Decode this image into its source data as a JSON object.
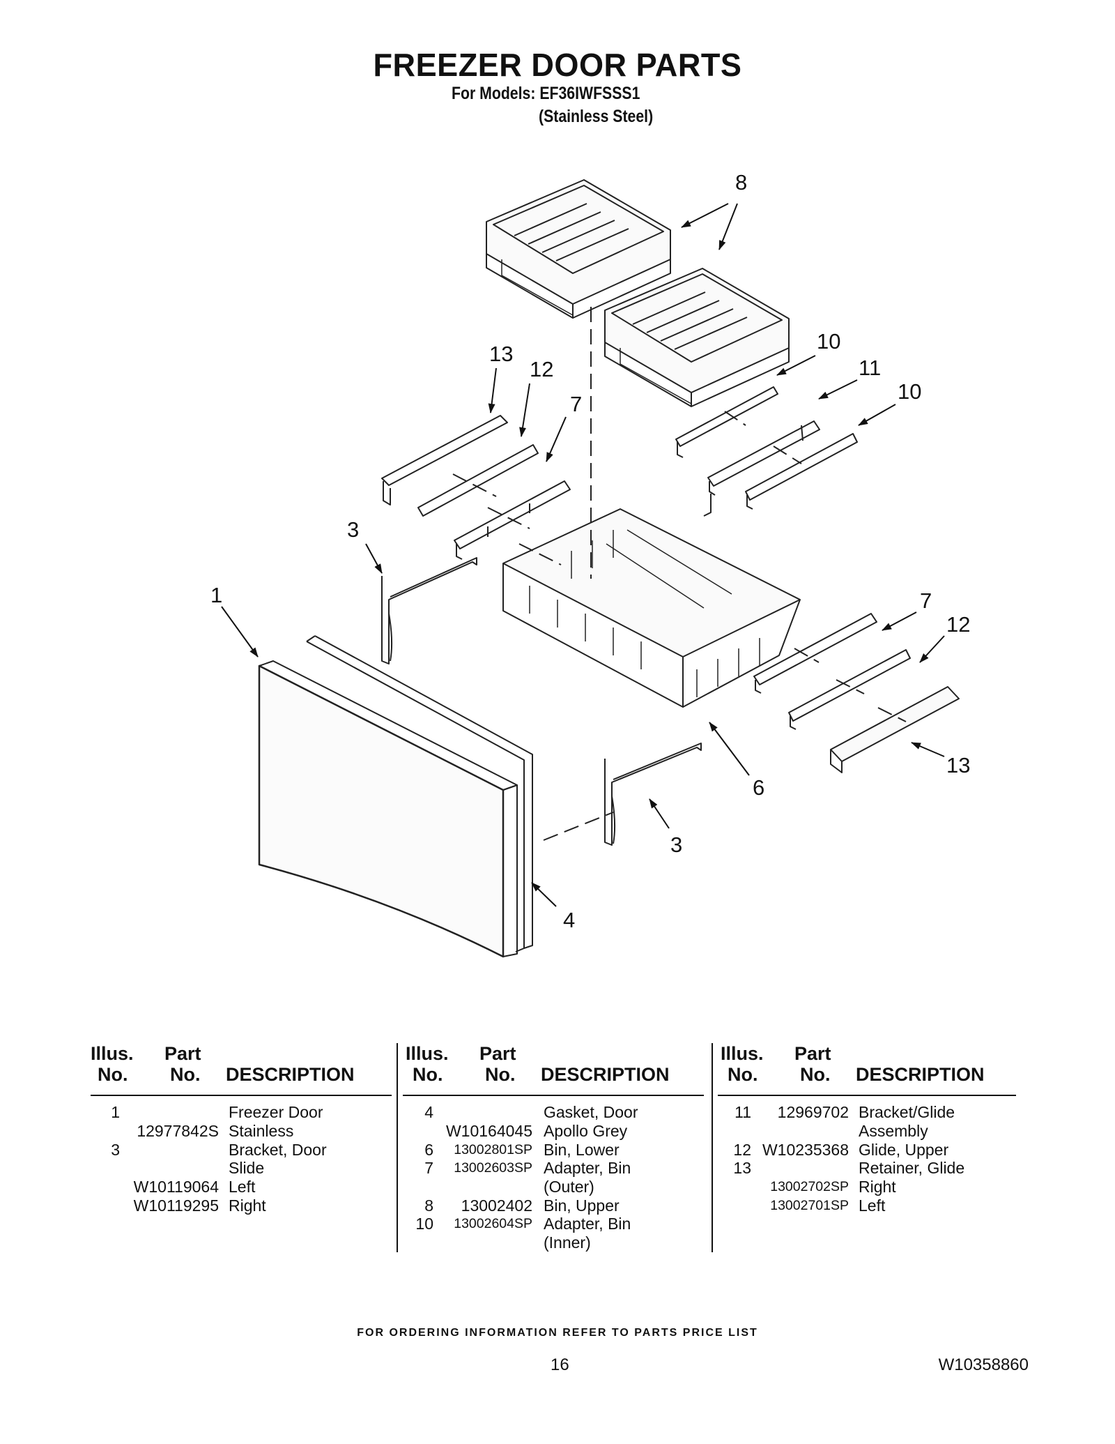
{
  "header": {
    "title": "FREEZER DOOR PARTS",
    "models_line": "For Models: EF36IWFSSS1",
    "finish_line": "(Stainless Steel)"
  },
  "diagram": {
    "callouts": [
      "1",
      "3",
      "3",
      "4",
      "6",
      "7",
      "7",
      "8",
      "10",
      "10",
      "11",
      "12",
      "12",
      "13",
      "13"
    ]
  },
  "table": {
    "headers": {
      "illus_top": "Illus.",
      "illus_bottom": "No.",
      "part_top": "Part",
      "part_bottom": "No.",
      "description": "DESCRIPTION"
    },
    "columns": [
      [
        {
          "illus": "1",
          "part": "",
          "desc": "Freezer Door"
        },
        {
          "illus": "",
          "part": "12977842S",
          "desc": "Stainless"
        },
        {
          "illus": "3",
          "part": "",
          "desc": "Bracket, Door"
        },
        {
          "illus": "",
          "part": "",
          "desc": "Slide"
        },
        {
          "illus": "",
          "part": "W10119064",
          "desc": "Left"
        },
        {
          "illus": "",
          "part": "W10119295",
          "desc": "Right"
        }
      ],
      [
        {
          "illus": "4",
          "part": "",
          "desc": "Gasket, Door"
        },
        {
          "illus": "",
          "part": "W10164045",
          "desc": "Apollo Grey"
        },
        {
          "illus": "6",
          "part": "13002801SP",
          "desc": "Bin, Lower"
        },
        {
          "illus": "7",
          "part": "13002603SP",
          "desc": "Adapter, Bin"
        },
        {
          "illus": "",
          "part": "",
          "desc": "(Outer)"
        },
        {
          "illus": "8",
          "part": "13002402",
          "desc": "Bin, Upper"
        },
        {
          "illus": "10",
          "part": "13002604SP",
          "desc": "Adapter, Bin"
        },
        {
          "illus": "",
          "part": "",
          "desc": "(Inner)"
        }
      ],
      [
        {
          "illus": "11",
          "part": "12969702",
          "desc": "Bracket/Glide"
        },
        {
          "illus": "",
          "part": "",
          "desc": "Assembly"
        },
        {
          "illus": "12",
          "part": "W10235368",
          "desc": "Glide, Upper"
        },
        {
          "illus": "13",
          "part": "",
          "desc": "Retainer, Glide"
        },
        {
          "illus": "",
          "part": "13002702SP",
          "desc": "Right"
        },
        {
          "illus": "",
          "part": "13002701SP",
          "desc": "Left"
        }
      ]
    ]
  },
  "footer": {
    "ordering_note": "FOR ORDERING INFORMATION REFER TO PARTS PRICE LIST",
    "page_number": "16",
    "document_number": "W10358860"
  }
}
